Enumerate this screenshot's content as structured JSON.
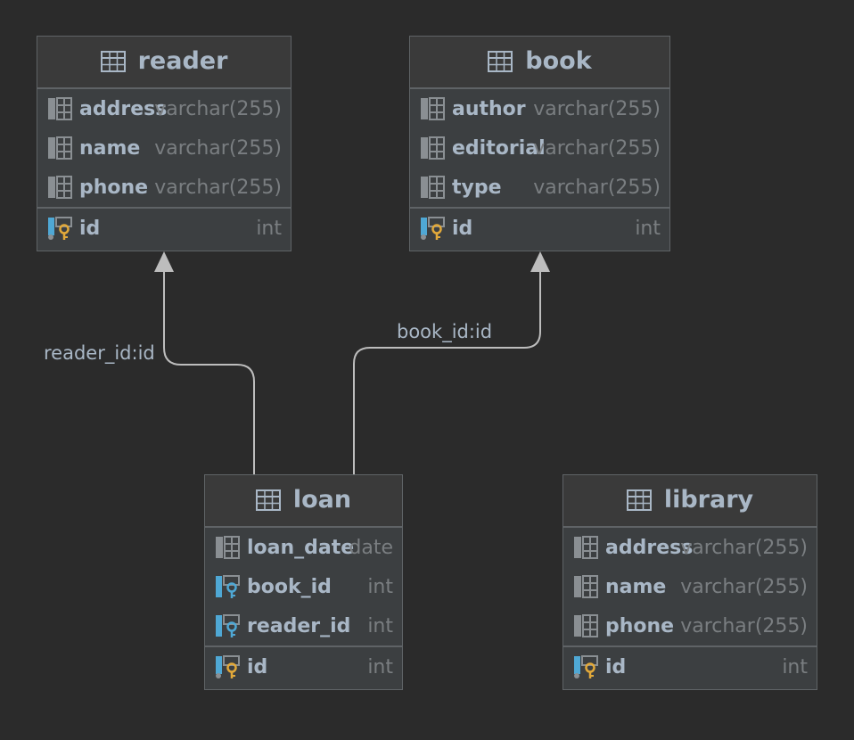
{
  "tables": {
    "reader": {
      "name": "reader",
      "columns": [
        {
          "name": "address",
          "type": "varchar(255)"
        },
        {
          "name": "name",
          "type": "varchar(255)"
        },
        {
          "name": "phone",
          "type": "varchar(255)"
        }
      ],
      "pk": {
        "name": "id",
        "type": "int"
      }
    },
    "book": {
      "name": "book",
      "columns": [
        {
          "name": "author",
          "type": "varchar(255)"
        },
        {
          "name": "editorial",
          "type": "varchar(255)"
        },
        {
          "name": "type",
          "type": "varchar(255)"
        }
      ],
      "pk": {
        "name": "id",
        "type": "int"
      }
    },
    "loan": {
      "name": "loan",
      "columns": [
        {
          "name": "loan_date",
          "type": "date"
        },
        {
          "name": "book_id",
          "type": "int"
        },
        {
          "name": "reader_id",
          "type": "int"
        }
      ],
      "pk": {
        "name": "id",
        "type": "int"
      }
    },
    "library": {
      "name": "library",
      "columns": [
        {
          "name": "address",
          "type": "varchar(255)"
        },
        {
          "name": "name",
          "type": "varchar(255)"
        },
        {
          "name": "phone",
          "type": "varchar(255)"
        }
      ],
      "pk": {
        "name": "id",
        "type": "int"
      }
    }
  },
  "relations": [
    {
      "label": "reader_id:id",
      "from": "loan",
      "to": "reader"
    },
    {
      "label": "book_id:id",
      "from": "loan",
      "to": "book"
    }
  ],
  "colors": {
    "background": "#2b2b2b",
    "table_body": "#3c3f41",
    "border": "#5f6366",
    "text": "#a9b7c6",
    "type_text": "#7a7e81",
    "fk_key": "#4fa8d5",
    "pk_key": "#e2a93a",
    "edge": "#bdbdbd"
  }
}
